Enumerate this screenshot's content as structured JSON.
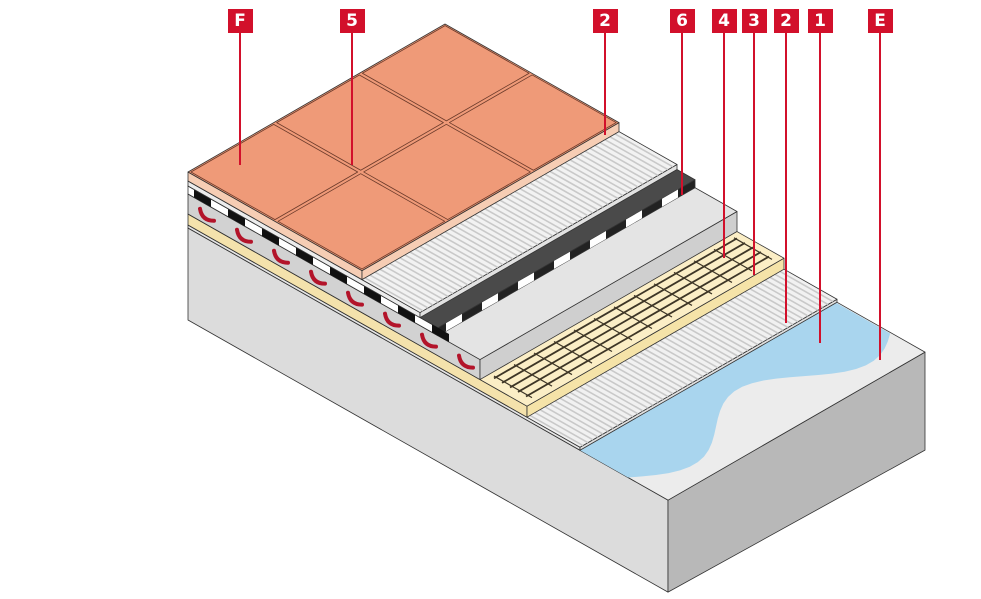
{
  "title": "Heated tile floor build-up cross-section",
  "labels": [
    {
      "id": "F",
      "layer": "tiles"
    },
    {
      "id": "5",
      "layer": "grout-joint"
    },
    {
      "id": "2",
      "layer": "upper-ribbed-adhesive"
    },
    {
      "id": "6",
      "layer": "membrane"
    },
    {
      "id": "4",
      "layer": "reinforcement-mesh"
    },
    {
      "id": "3",
      "layer": "insulation-board"
    },
    {
      "id": "2",
      "layer": "lower-ribbed-adhesive"
    },
    {
      "id": "1",
      "layer": "primer"
    },
    {
      "id": "E",
      "layer": "concrete-slab"
    }
  ],
  "colors": {
    "label": "#d2102b",
    "tile": "#ef9a78",
    "tile_edge": "#f6cdb4",
    "slab_top": "#ececec",
    "slab_side": "#dcdcdc",
    "slab_front": "#b8b8b8",
    "primer": "#a9d5ee",
    "insulation": "#fbeec6",
    "membrane": "#4a4a4a",
    "screed": "#e4e4e4",
    "pipe": "#b3142a"
  }
}
